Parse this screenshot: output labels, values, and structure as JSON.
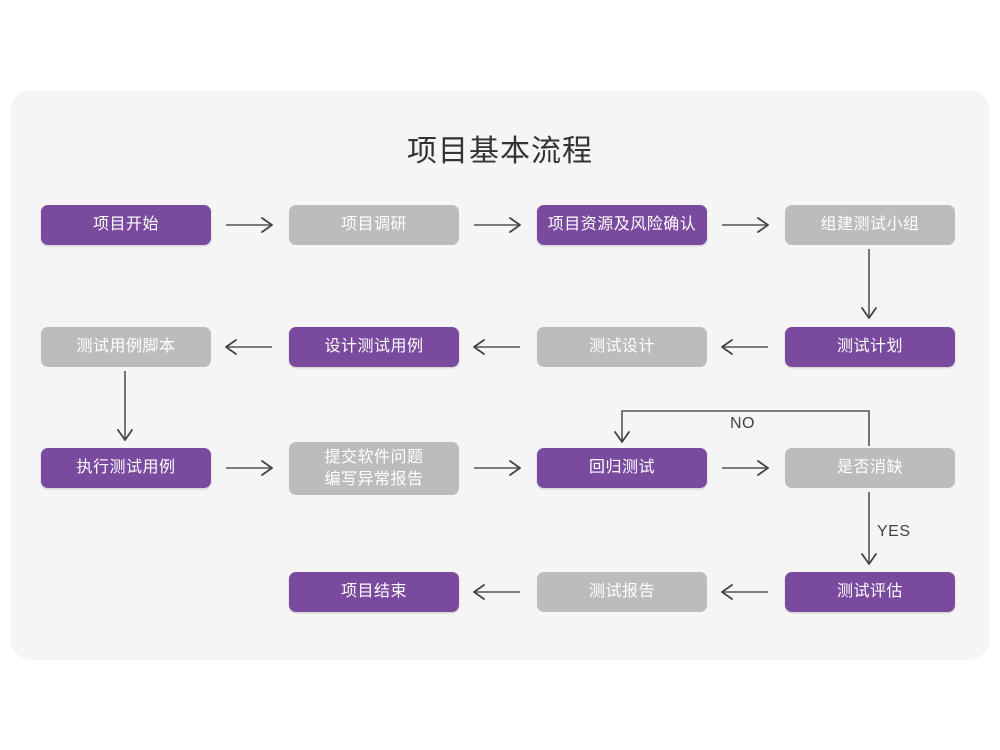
{
  "page": {
    "background": "#ffffff",
    "card_background": "#f5f5f5"
  },
  "title": "项目基本流程",
  "colors": {
    "purple": "#7a4a9e",
    "gray": "#bcbcbc",
    "arrow": "#555555",
    "title_text": "#333333",
    "node_text": "#ffffff",
    "label_text": "#444444"
  },
  "nodes": [
    {
      "id": "n1",
      "label": "项目开始",
      "style": "purple",
      "row": 1,
      "col": 1
    },
    {
      "id": "n2",
      "label": "项目调研",
      "style": "gray",
      "row": 1,
      "col": 2
    },
    {
      "id": "n3",
      "label": "项目资源及风险确认",
      "style": "purple",
      "row": 1,
      "col": 3
    },
    {
      "id": "n4",
      "label": "组建测试小组",
      "style": "gray",
      "row": 1,
      "col": 4
    },
    {
      "id": "n5",
      "label": "测试用例脚本",
      "style": "gray",
      "row": 2,
      "col": 1
    },
    {
      "id": "n6",
      "label": "设计测试用例",
      "style": "purple",
      "row": 2,
      "col": 2
    },
    {
      "id": "n7",
      "label": "测试设计",
      "style": "gray",
      "row": 2,
      "col": 3
    },
    {
      "id": "n8",
      "label": "测试计划",
      "style": "purple",
      "row": 2,
      "col": 4
    },
    {
      "id": "n9",
      "label": "执行测试用例",
      "style": "purple",
      "row": 3,
      "col": 1
    },
    {
      "id": "n10",
      "label": "提交软件问题\n编写异常报告",
      "style": "gray",
      "row": 3,
      "col": 2
    },
    {
      "id": "n11",
      "label": "回归测试",
      "style": "purple",
      "row": 3,
      "col": 3
    },
    {
      "id": "n12",
      "label": "是否消缺",
      "style": "gray",
      "row": 3,
      "col": 4
    },
    {
      "id": "n13",
      "label": "项目结束",
      "style": "purple",
      "row": 4,
      "col": 2
    },
    {
      "id": "n14",
      "label": "测试报告",
      "style": "gray",
      "row": 4,
      "col": 3
    },
    {
      "id": "n15",
      "label": "测试评估",
      "style": "purple",
      "row": 4,
      "col": 4
    }
  ],
  "edge_labels": {
    "no": "NO",
    "yes": "YES"
  },
  "edges": [
    {
      "from": "n1",
      "to": "n2",
      "direction": "right"
    },
    {
      "from": "n2",
      "to": "n3",
      "direction": "right"
    },
    {
      "from": "n3",
      "to": "n4",
      "direction": "right"
    },
    {
      "from": "n4",
      "to": "n8",
      "direction": "down"
    },
    {
      "from": "n8",
      "to": "n7",
      "direction": "left"
    },
    {
      "from": "n7",
      "to": "n6",
      "direction": "left"
    },
    {
      "from": "n6",
      "to": "n5",
      "direction": "left"
    },
    {
      "from": "n5",
      "to": "n9",
      "direction": "down"
    },
    {
      "from": "n9",
      "to": "n10",
      "direction": "right"
    },
    {
      "from": "n10",
      "to": "n11",
      "direction": "right"
    },
    {
      "from": "n11",
      "to": "n12",
      "direction": "right"
    },
    {
      "from": "n12",
      "to": "n11",
      "direction": "loop-up-left",
      "label": "NO"
    },
    {
      "from": "n12",
      "to": "n15",
      "direction": "down",
      "label": "YES"
    },
    {
      "from": "n15",
      "to": "n14",
      "direction": "left"
    },
    {
      "from": "n14",
      "to": "n13",
      "direction": "left"
    }
  ]
}
